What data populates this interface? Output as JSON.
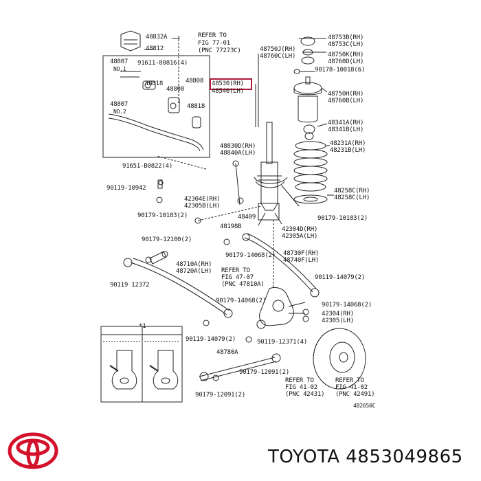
{
  "labels": {
    "l48832A": "48832A",
    "l48812": "48812",
    "refer_to_1": "REFER TO",
    "fig_77_01": "FIG 77-01",
    "pnc_77273c": "(PNC 77273C)",
    "l48807": "48807",
    "no1": "NO.1",
    "l91611": "91611-80816(4)",
    "l48818a": "48818",
    "l48808a": "48808",
    "l48808b": "48808",
    "l48818b": "48818",
    "l48807b": "48807",
    "no2": "NO.2",
    "l48530": "48530(RH)",
    "l48540": "48540(LH)",
    "l48750J": "48750J(RH)",
    "l48760C": "48760C(LH)",
    "l48753B": "48753B(RH)",
    "l48753C": "48753C(LH)",
    "l48750K": "48750K(RH)",
    "l48760D": "48760D(LH)",
    "l90178": "90178-10018(6)",
    "l48750H": "48750H(RH)",
    "l48760B": "48760B(LH)",
    "l48341A": "48341A(RH)",
    "l48341B": "48341B(LH)",
    "l48231A": "48231A(RH)",
    "l48231B": "48231B(LH)",
    "l91651": "91651-B0822(4)",
    "l48830D": "48830D(RH)",
    "l48840A": "48840A(LH)",
    "l90119_10942": "90119-10942",
    "l42304E": "42304E(RH)",
    "l42305B": "42305B(LH)",
    "l48258C_rh": "48258C(RH)",
    "l48258C_lh": "48258C(LH)",
    "l90179_10183a": "90179-10183(2)",
    "l48409": "48409",
    "l90179_10183b": "90179-10183(2)",
    "l48198B": "48198B",
    "l42304D": "42304D(RH)",
    "l42305A": "42305A(LH)",
    "l90179_12100": "90179-12100(2)",
    "l90179_14068a": "90179-14068(2)",
    "l48730F": "48730F(RH)",
    "l48740F": "48740F(LH)",
    "l48710A": "48710A(RH)",
    "l48720A": "48720A(LH)",
    "refer_to_2": "REFER TO",
    "fig_47_07": "FIG 47-07",
    "pnc_47810a": "(PNC 47810A)",
    "l90119_14079a": "90119-14079(2)",
    "l90119_12372": "90119 12372",
    "l90179_14068b": "90179-14068(2)",
    "l90179_14068c": "90179-14068(2)",
    "l42304": "42304(RH)",
    "l42305": "42305(LH)",
    "star1": "*1",
    "l90119_14079b": "90119-14079(2)",
    "l90119_12371": "90119-12371(4)",
    "l48780A": "48780A",
    "l90179_12091a": "90179-12091(2)",
    "refer_to_3": "REFER TO",
    "fig_41_02a": "FIG 41-02",
    "pnc_42431": "(PNC 42431)",
    "refer_to_4": "REFER TO",
    "fig_41_02b": "FIG 41-02",
    "pnc_42491": "(PNC 42491)",
    "l90179_12091b": "90179-12091(2)",
    "code": "482650C"
  },
  "brand": {
    "text": "TOYOTA 4853049865",
    "logo_color": "#d4112b"
  },
  "highlight_color": "#b0183a"
}
